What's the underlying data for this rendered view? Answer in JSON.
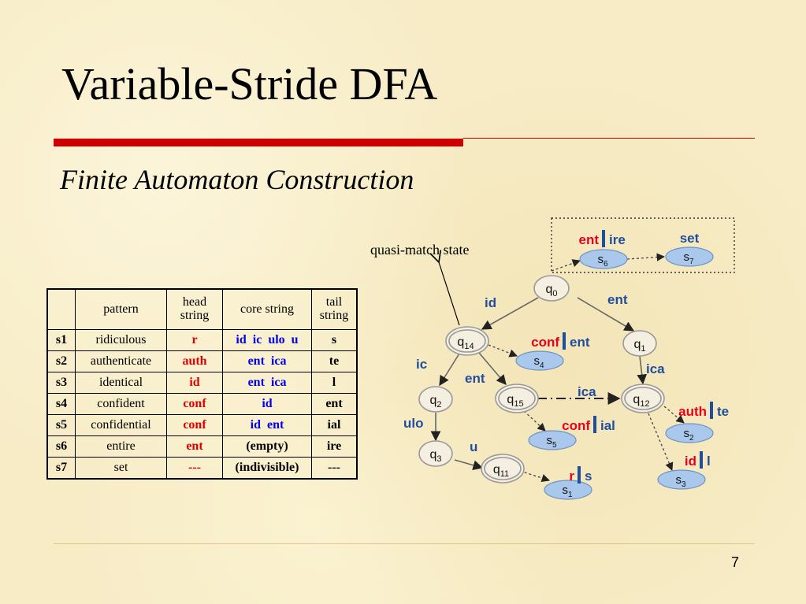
{
  "slide": {
    "title": "Variable-Stride DFA",
    "subtitle": "Finite Automaton Construction",
    "page_number": "7"
  },
  "table": {
    "headers": [
      "",
      "pattern",
      "head string",
      "core string",
      "tail string"
    ],
    "rows": [
      {
        "id": "s1",
        "pattern": "ridiculous",
        "head": "r",
        "core": "id  ic  ulo  u",
        "tail": "s"
      },
      {
        "id": "s2",
        "pattern": "authenticate",
        "head": "auth",
        "core": "ent  ica",
        "tail": "te"
      },
      {
        "id": "s3",
        "pattern": "identical",
        "head": "id",
        "core": "ent  ica",
        "tail": "l"
      },
      {
        "id": "s4",
        "pattern": "confident",
        "head": "conf",
        "core": "id",
        "tail": "ent"
      },
      {
        "id": "s5",
        "pattern": "confidential",
        "head": "conf",
        "core": "id  ent",
        "tail": "ial"
      },
      {
        "id": "s6",
        "pattern": "entire",
        "head": "ent",
        "core": "(empty)",
        "tail": "ire"
      },
      {
        "id": "s7",
        "pattern": "set",
        "head": "---",
        "core": "(indivisible)",
        "tail": "---"
      }
    ]
  },
  "diagram": {
    "annotation": "quasi-match state",
    "states": {
      "q0": {
        "name": "q",
        "sub": "0"
      },
      "q1": {
        "name": "q",
        "sub": "1"
      },
      "q2": {
        "name": "q",
        "sub": "2"
      },
      "q3": {
        "name": "q",
        "sub": "3"
      },
      "q11": {
        "name": "q",
        "sub": "11"
      },
      "q12": {
        "name": "q",
        "sub": "12"
      },
      "q14": {
        "name": "q",
        "sub": "14"
      },
      "q15": {
        "name": "q",
        "sub": "15"
      }
    },
    "matches": {
      "s1": {
        "name": "s",
        "sub": "1",
        "head": "r",
        "tail": "s"
      },
      "s2": {
        "name": "s",
        "sub": "2",
        "head": "auth",
        "tail": "te"
      },
      "s3": {
        "name": "s",
        "sub": "3",
        "head": "id",
        "tail": "l"
      },
      "s4": {
        "name": "s",
        "sub": "4",
        "head": "conf",
        "tail": "ent"
      },
      "s5": {
        "name": "s",
        "sub": "5",
        "head": "conf",
        "tail": "ial"
      },
      "s6": {
        "name": "s",
        "sub": "6",
        "head": "ent",
        "tail": "ire"
      },
      "s7": {
        "name": "s",
        "sub": "7",
        "label": "set"
      }
    },
    "edge_labels": {
      "id": "id",
      "ent_top": "ent",
      "ic": "ic",
      "ent_mid": "ent",
      "ica_right": "ica",
      "ica_mid": "ica",
      "ulo": "ulo",
      "u": "u"
    }
  },
  "colors": {
    "title_rule": "#cc0000",
    "head_red": "#e00000",
    "core_blue": "#0000ee",
    "diagram_blue": "#1f4e9e",
    "diagram_red": "#e8001c",
    "match_fill": "#a9c8ec"
  }
}
